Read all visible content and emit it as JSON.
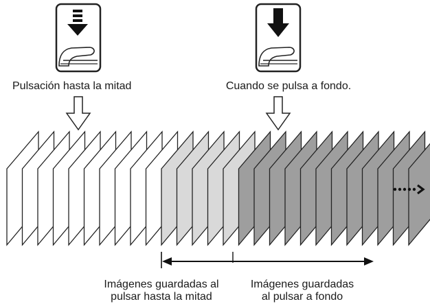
{
  "captions": {
    "half_press": "Pulsación hasta la mitad",
    "full_press": "Cuando se pulsa a fondo."
  },
  "bottom_labels": {
    "half_press_saved_line1": "Imágenes guardadas al",
    "half_press_saved_line2": "pulsar hasta la mitad",
    "full_press_saved_line1": "Imágenes guardadas",
    "full_press_saved_line2": "al pulsar a fondo"
  },
  "frames": {
    "white_count": 10,
    "light_gray_count": 5,
    "dark_gray_count": 12
  },
  "colors": {
    "white_frame": "#ffffff",
    "light_gray_frame": "#d9d9d9",
    "dark_gray_frame": "#9e9e9e",
    "stroke": "#222222"
  },
  "icons": {
    "half_press_button": "shutter-half-press-icon",
    "full_press_button": "shutter-full-press-icon",
    "continuation": "dotted-continuation-arrow-icon"
  }
}
